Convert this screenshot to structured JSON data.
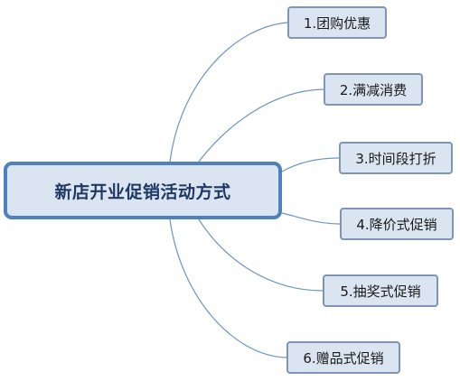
{
  "mindmap": {
    "root": {
      "label": "新店开业促销活动方式"
    },
    "branches": [
      {
        "label": "1.团购优惠"
      },
      {
        "label": "2.满减消费"
      },
      {
        "label": "3.时间段打折"
      },
      {
        "label": "4.降价式促销"
      },
      {
        "label": "5.抽奖式促销"
      },
      {
        "label": "6.赠品式促销"
      }
    ]
  },
  "colors": {
    "node_fill": "#dbe5f1",
    "root_border": "#4f81bd",
    "node_border": "#7f95b5",
    "connector": "#6d94c4"
  }
}
